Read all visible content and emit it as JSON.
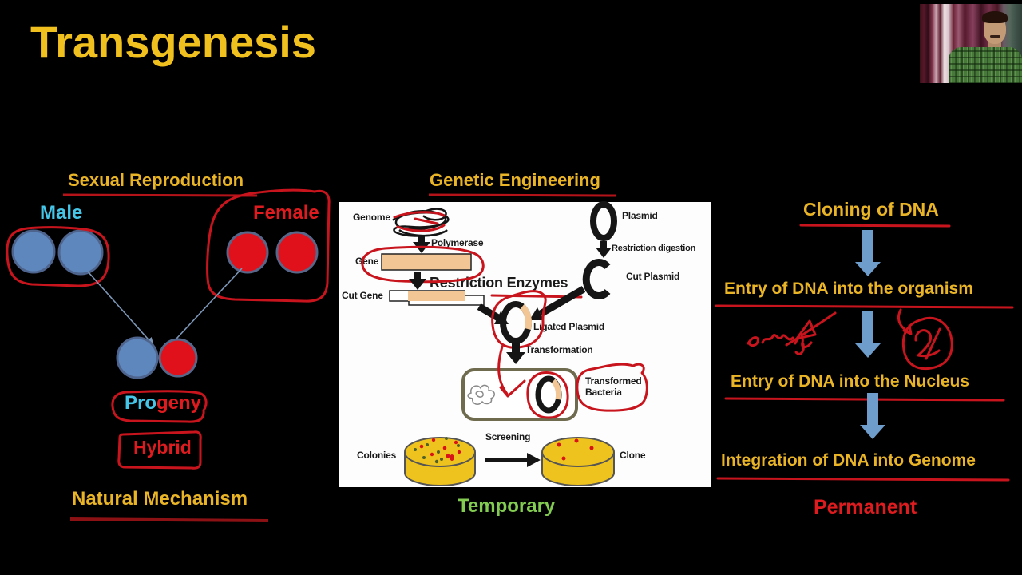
{
  "title": "Transgenesis",
  "left": {
    "heading": "Sexual Reproduction",
    "male": "Male",
    "female": "Female",
    "progeny_pro": "Pro",
    "progeny_geny": "geny",
    "hybrid": "Hybrid",
    "footer": "Natural Mechanism"
  },
  "middle": {
    "heading": "Genetic Engineering",
    "labels": {
      "genome": "Genome",
      "polymerase": "Polymerase",
      "gene": "Gene",
      "restriction_enzymes": "Restriction Enzymes",
      "cut_gene": "Cut Gene",
      "plasmid": "Plasmid",
      "restriction_digestion": "Restriction digestion",
      "cut_plasmid": "Cut Plasmid",
      "ligated_plasmid": "Ligated Plasmid",
      "transformation": "Transformation",
      "transformed_bacteria": "Transformed Bacteria",
      "colonies": "Colonies",
      "screening": "Screening",
      "clone": "Clone"
    },
    "footer": "Temporary"
  },
  "right": {
    "steps": [
      "Cloning of DNA",
      "Entry of DNA into the organism",
      "Entry of DNA into the Nucleus",
      "Integration of DNA into Genome"
    ],
    "footer": "Permanent"
  },
  "colors": {
    "yellow": "#E9B426",
    "title-yellow": "#F0C01E",
    "red-text": "#DE1B1E",
    "cyan": "#45C6E8",
    "green": "#83CC52",
    "annotation-red": "#C8151D",
    "underline-red": "#B5131A",
    "dark-underline": "#8B1114",
    "steel-blue": "#5D87BD",
    "circle-red": "#E0111A",
    "block-arrow-blue": "#6F9DCB",
    "thin-arrow-blue": "#7C97B8",
    "tan": "#F2C795",
    "dish-yellow": "#EFC31E",
    "panel-white": "#FDFDFD",
    "cell-border": "#6E6B4E"
  }
}
